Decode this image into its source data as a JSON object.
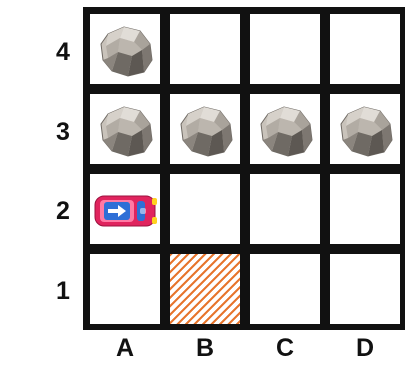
{
  "grid": {
    "row_labels": [
      "4",
      "3",
      "2",
      "1"
    ],
    "column_labels": [
      "A",
      "B",
      "C",
      "D"
    ],
    "cells": [
      [
        {
          "item": "rock"
        },
        {
          "item": "empty"
        },
        {
          "item": "empty"
        },
        {
          "item": "empty"
        }
      ],
      [
        {
          "item": "rock"
        },
        {
          "item": "rock"
        },
        {
          "item": "rock"
        },
        {
          "item": "rock"
        }
      ],
      [
        {
          "item": "car"
        },
        {
          "item": "empty"
        },
        {
          "item": "empty"
        },
        {
          "item": "empty"
        }
      ],
      [
        {
          "item": "empty"
        },
        {
          "item": "hatched-target"
        },
        {
          "item": "empty"
        },
        {
          "item": "empty"
        }
      ]
    ]
  },
  "colors": {
    "grid_line": "#111111",
    "hatch": "#e7762e",
    "car_body": "#e0245e",
    "car_window": "#2f6fd6",
    "car_arrow": "#ffffff",
    "car_light": "#ffd21f",
    "rock_light": "#c9c3bb",
    "rock_dark": "#5d5853"
  },
  "icons": {
    "rock": "rock-icon",
    "car": "car-icon",
    "direction": "right-arrow-icon"
  }
}
